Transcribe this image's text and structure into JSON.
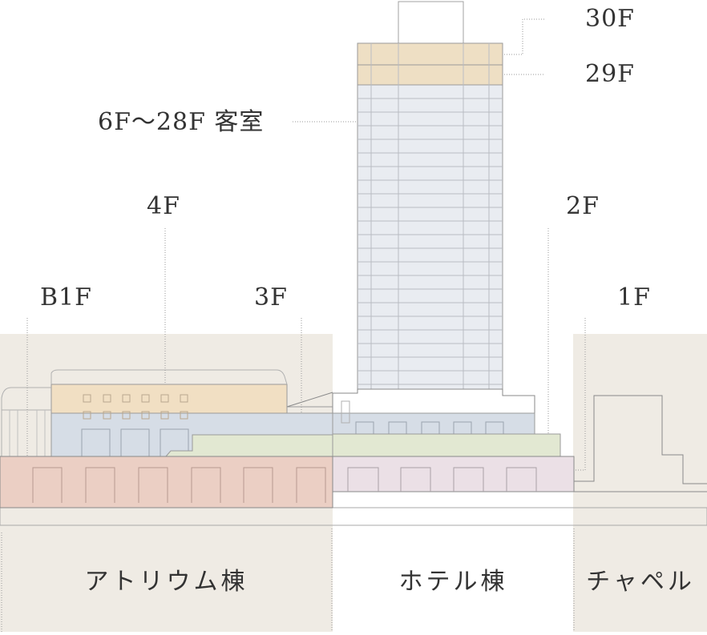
{
  "floor_labels": {
    "f30": "30F",
    "f29": "29F",
    "rooms": "6F～28F 客室",
    "f4": "4F",
    "f2": "2F",
    "b1": "B1F",
    "f3": "3F",
    "f1": "1F"
  },
  "building_labels": {
    "atrium": "アトリウム棟",
    "hotel": "ホテル棟",
    "chapel": "チャペル"
  },
  "colors": {
    "panel": "#efebe4",
    "floor_30": "#eedfc4",
    "floor_29": "#eedfc4",
    "guest_rooms": "#e9ecf1",
    "floor_4": "#f1dfc3",
    "floor_3": "#d6dde6",
    "floor_2": "#e2e8d2",
    "floor_1": "#ebe0e6",
    "floor_b1": "#ebcfc4",
    "outline": "#8a8a8a",
    "label_text": "#333333"
  }
}
